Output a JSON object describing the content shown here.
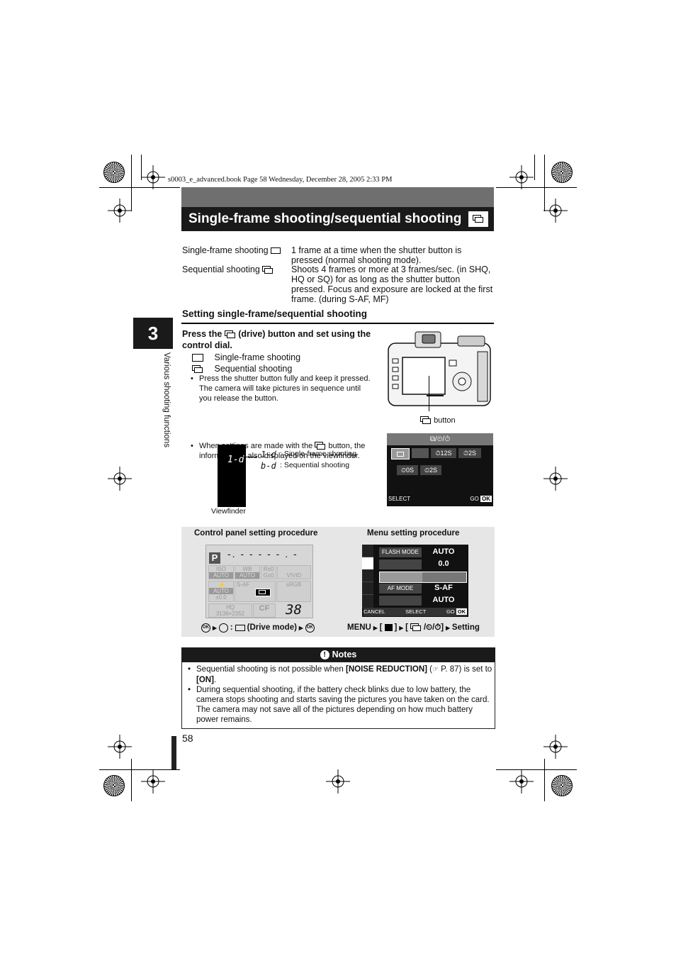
{
  "header_line": "s0003_e_advanced.book  Page 58  Wednesday, December 28, 2005  2:33 PM",
  "title": "Single-frame shooting/sequential shooting",
  "chapter": {
    "number": "3",
    "side_label": "Various shooting functions"
  },
  "modes": [
    {
      "label": "Single-frame shooting",
      "icon": "single-frame-icon",
      "description": "1 frame at a time when the shutter button is pressed (normal shooting mode)."
    },
    {
      "label": "Sequential shooting",
      "icon": "sequential-icon",
      "description": "Shoots 4 frames or more at 3 frames/sec. (in SHQ, HQ or SQ) for as long as the shutter button pressed. Focus and exposure are locked at the first frame. (during S-AF, MF)"
    }
  ],
  "section_heading": "Setting single-frame/sequential shooting",
  "instruction": {
    "lead_part1": "Press the",
    "lead_part2": "(drive) button and set using the control dial.",
    "options": [
      "Single-frame shooting",
      "Sequential shooting"
    ],
    "bullets": [
      "Press the shutter button fully and keep it pressed. The camera will take pictures in sequence until you release the button.",
      {
        "part1": "When settings are made with the",
        "part2": "button, the information is also displayed on the viewfinder."
      }
    ]
  },
  "camera_figure": {
    "button_label": "button"
  },
  "viewfinder_figure": {
    "display_text": "1-d",
    "single_code": "1-d",
    "sequential_code": "b-d",
    "single_label": ": Single-frame shooting",
    "sequential_label": ": Sequential shooting",
    "caption": "Viewfinder"
  },
  "drive_menu_screen": {
    "header": "⧉/⏲/⏱",
    "row1": [
      "",
      "",
      "⏱12S",
      "⏱2S"
    ],
    "row2": [
      "⏲0S",
      "⏲2S"
    ],
    "select_label": "SELECT",
    "go_label": "GO",
    "ok_label": "OK"
  },
  "procedures": {
    "control_panel_title": "Control panel setting procedure",
    "menu_title": "Menu setting procedure",
    "control_panel_caption": "(Drive mode)",
    "menu_caption_menu": "MENU",
    "menu_caption_setting": "Setting",
    "control_panel": {
      "mode": "P",
      "iso_label": "ISO",
      "iso_value": "AUTO",
      "wb_label": "WB",
      "wb_value": "AUTO",
      "r_value": "R±0",
      "g_value": "G±0",
      "picture_mode": "VIVID",
      "af_value": "S-AF",
      "flash_value": "AUTO",
      "comp_value": "±0.0",
      "color_space": "sRGB",
      "quality": "HQ",
      "resolution": "3136×2352",
      "card": "CF",
      "frames": "38"
    },
    "menu_screen": {
      "rows": [
        {
          "label": "FLASH MODE",
          "value": "AUTO"
        },
        {
          "label": "",
          "value": "0.0"
        },
        {
          "label": "",
          "value": ""
        },
        {
          "label": "AF MODE",
          "value": "S-AF"
        },
        {
          "label": "",
          "value": "AUTO"
        }
      ],
      "footer_cancel": "CANCEL",
      "footer_select": "SELECT",
      "footer_go": "GO",
      "footer_ok": "OK"
    }
  },
  "notes": {
    "title": "Notes",
    "items": [
      {
        "t1": "Sequential shooting is not possible when ",
        "b1": "[NOISE REDUCTION]",
        "t2": " (",
        "t3": " P. 87) is set to ",
        "b2": "[ON]",
        "t4": "."
      },
      {
        "text": "During sequential shooting, if the battery check blinks due to low battery, the camera stops shooting and starts saving the pictures you have taken on the card. The camera may not save all of the pictures depending on how much battery power remains."
      }
    ]
  },
  "page_number": "58"
}
